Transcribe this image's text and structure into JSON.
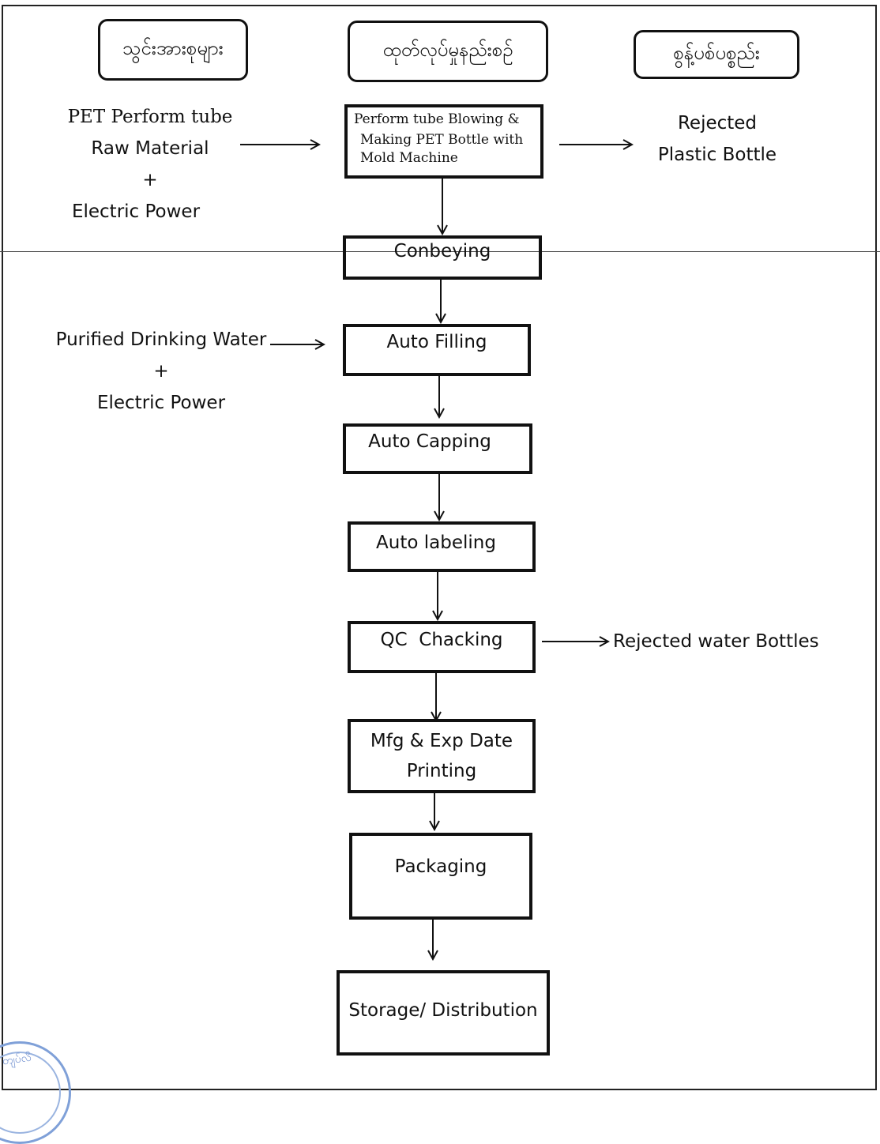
{
  "headers": {
    "inputs": "သွင်းအားစုများ",
    "process": "ထုတ်လုပ်မှုနည်းစဉ်",
    "waste": "စွန့်ပစ်ပစ္စည်း"
  },
  "inputs": {
    "group1": {
      "line1": "PET Perform tube",
      "line2": "Raw Material",
      "plus": "+",
      "line3": "Electric Power"
    },
    "group2": {
      "line1": "Purified Drinking Water",
      "plus": "+",
      "line2": "Electric Power"
    }
  },
  "steps": {
    "blowing": {
      "line1": "Perform tube Blowing &",
      "line2": "Making PET Bottle with",
      "line3": "Mold Machine"
    },
    "conveying": "Conbeying",
    "filling": "Auto Filling",
    "capping": "Auto Capping",
    "labeling": "Auto labeling",
    "qc": "QC  Chacking",
    "printing": {
      "line1": "Mfg & Exp Date",
      "line2": "Printing"
    },
    "packaging": "Packaging",
    "storage": "Storage/ Distribution"
  },
  "outputs": {
    "rejected_plastic": {
      "line1": "Rejected",
      "line2": "Plastic Bottle"
    },
    "rejected_water": "Rejected water Bottles"
  },
  "stamp_text": "တျပ်လိ"
}
